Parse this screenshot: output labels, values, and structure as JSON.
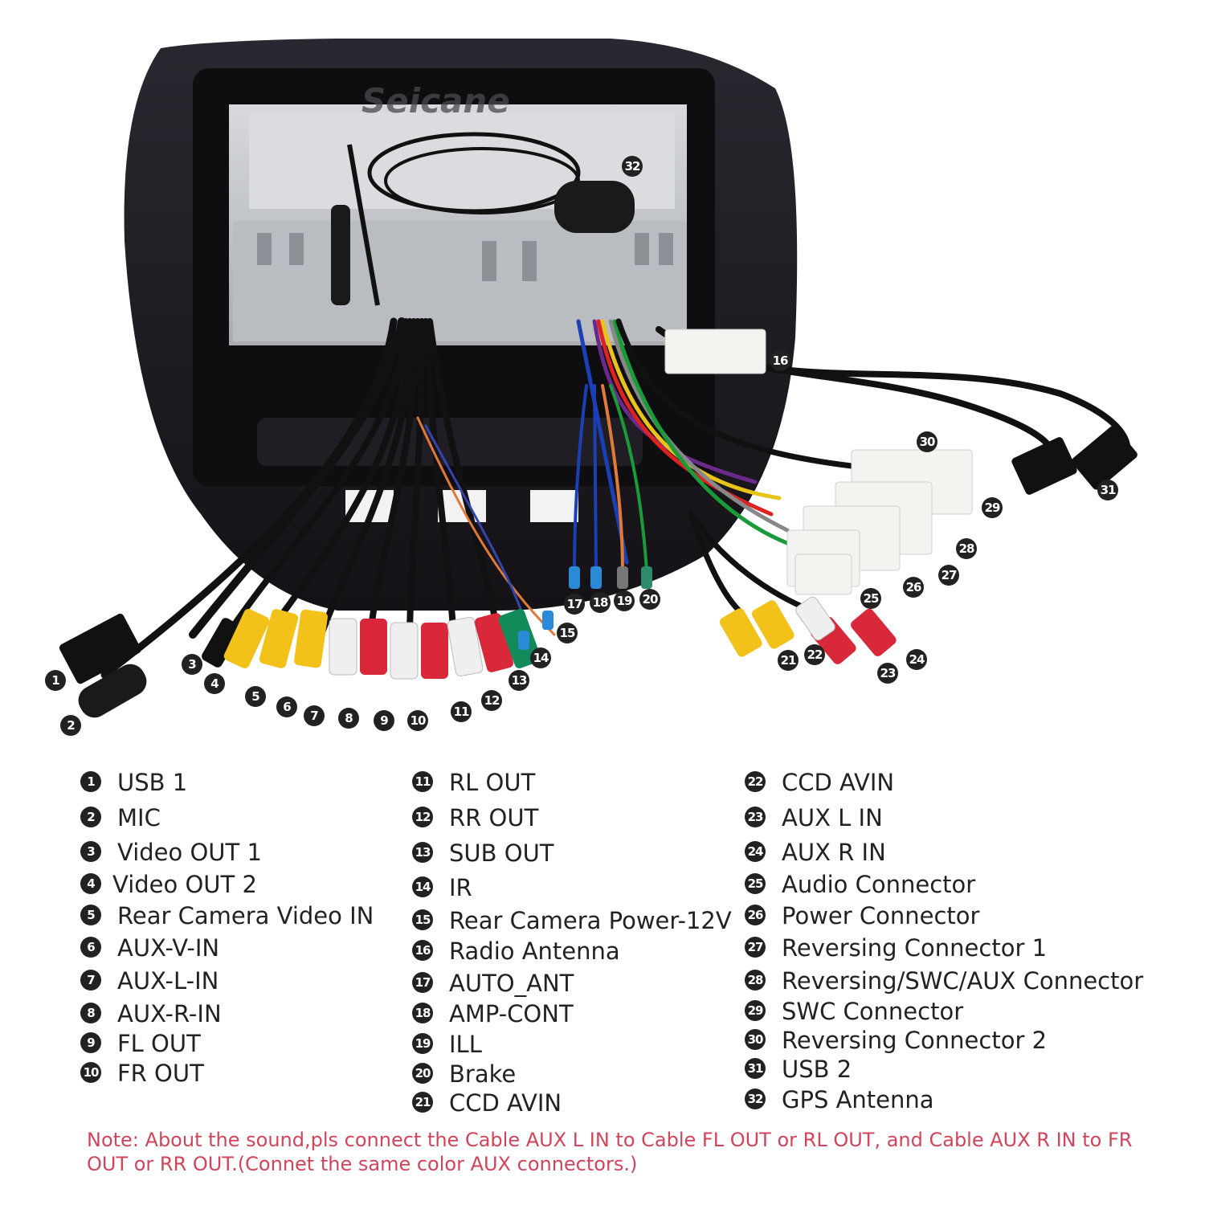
{
  "brand": "Seicane",
  "callouts": [
    "1",
    "2",
    "3",
    "4",
    "5",
    "6",
    "7",
    "8",
    "9",
    "10",
    "11",
    "12",
    "13",
    "14",
    "15",
    "16",
    "17",
    "18",
    "19",
    "20",
    "21",
    "22",
    "23",
    "24",
    "25",
    "26",
    "27",
    "28",
    "29",
    "30",
    "31",
    "32"
  ],
  "legend": [
    {
      "n": "1",
      "label": "USB 1"
    },
    {
      "n": "2",
      "label": "MIC"
    },
    {
      "n": "3",
      "label": "Video OUT 1"
    },
    {
      "n": "4",
      "label": "Video OUT 2"
    },
    {
      "n": "5",
      "label": "Rear Camera Video IN"
    },
    {
      "n": "6",
      "label": "AUX-V-IN"
    },
    {
      "n": "7",
      "label": "AUX-L-IN"
    },
    {
      "n": "8",
      "label": "AUX-R-IN"
    },
    {
      "n": "9",
      "label": "FL OUT"
    },
    {
      "n": "10",
      "label": "FR OUT"
    },
    {
      "n": "11",
      "label": "RL OUT"
    },
    {
      "n": "12",
      "label": "RR OUT"
    },
    {
      "n": "13",
      "label": "SUB OUT"
    },
    {
      "n": "14",
      "label": "IR"
    },
    {
      "n": "15",
      "label": "Rear Camera Power-12V"
    },
    {
      "n": "16",
      "label": "Radio Antenna"
    },
    {
      "n": "17",
      "label": "AUTO_ANT"
    },
    {
      "n": "18",
      "label": "AMP-CONT"
    },
    {
      "n": "19",
      "label": "ILL"
    },
    {
      "n": "20",
      "label": "Brake"
    },
    {
      "n": "21",
      "label": "CCD AVIN"
    },
    {
      "n": "22",
      "label": "CCD AVIN"
    },
    {
      "n": "23",
      "label": "AUX L IN"
    },
    {
      "n": "24",
      "label": "AUX R IN"
    },
    {
      "n": "25",
      "label": "Audio Connector"
    },
    {
      "n": "26",
      "label": "Power Connector"
    },
    {
      "n": "27",
      "label": "Reversing Connector 1"
    },
    {
      "n": "28",
      "label": "Reversing/SWC/AUX Connector"
    },
    {
      "n": "29",
      "label": "SWC Connector"
    },
    {
      "n": "30",
      "label": "Reversing Connector 2"
    },
    {
      "n": "31",
      "label": "USB 2"
    },
    {
      "n": "32",
      "label": "GPS Antenna"
    }
  ],
  "note": "Note: About the sound,pls connect the Cable AUX L IN to Cable FL OUT or RL OUT, and Cable AUX R IN to FR OUT or RR OUT.(Connet the same color AUX connectors.)",
  "colors": {
    "note": "#d0455b",
    "badge": "#222222",
    "bezel": "#1c1a1f",
    "chassis": "#c9ccd0",
    "rca_yellow": "#f2c21a",
    "rca_red": "#d8283a",
    "rca_white": "#efefef",
    "rca_green": "#138a5a",
    "connector_white": "#f4f3ef"
  }
}
